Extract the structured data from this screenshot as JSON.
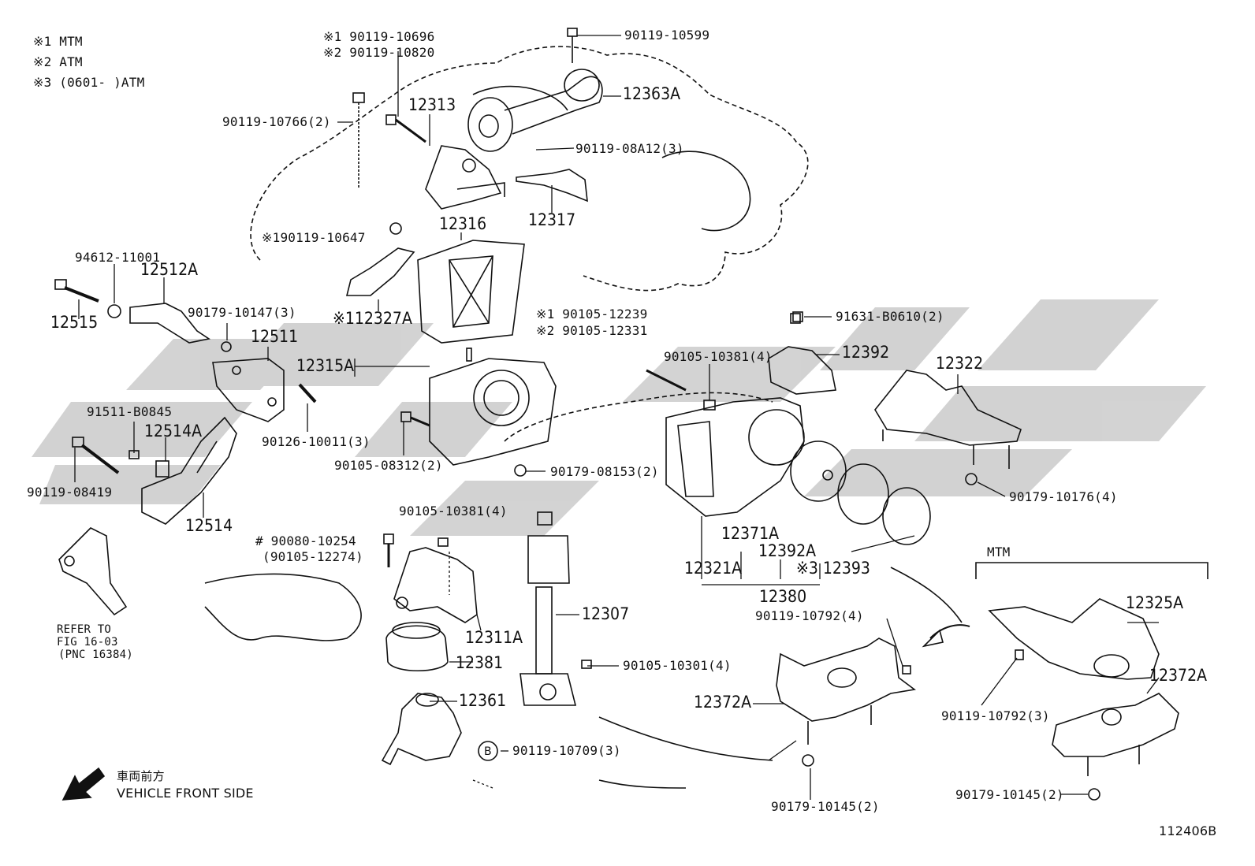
{
  "notes": {
    "n1": "※1  MTM",
    "n2": "※2  ATM",
    "n3": "※3 (0601-      )ATM"
  },
  "labels": {
    "p90119_10696": "※1 90119-10696",
    "p90119_10820": "※2 90119-10820",
    "p90119_10599": "90119-10599",
    "p12363A": "12363A",
    "p90119_10766": "90119-10766(2)",
    "p12313": "12313",
    "p90119_08A12": "90119-08A12(3)",
    "p12317": "12317",
    "p12316": "12316",
    "p90119_10647": "※190119-10647",
    "p94612_11001": "94612-11001",
    "p12512A": "12512A",
    "p12515": "12515",
    "p90179_10147": "90179-10147(3)",
    "p12327A": "※112327A",
    "p12511": "12511",
    "p12315A": "12315A",
    "p90105_12239": "※1  90105-12239",
    "p90105_12331": "※2  90105-12331",
    "p91631_B0610": "91631-B0610(2)",
    "p90105_10381_a": "90105-10381(4)",
    "p12392": "12392",
    "p12322": "12322",
    "p91511_B0845": "91511-B0845",
    "p12514A": "12514A",
    "p90126_10011": "90126-10011(3)",
    "p90105_08312": "90105-08312(2)",
    "p90179_08153": "90179-08153(2)",
    "p90119_08419": "90119-08419",
    "p90179_10176": "90179-10176(4)",
    "p12514": "12514",
    "p90105_10381_b": "90105-10381(4)",
    "p90080_10254": "# 90080-10254",
    "p90105_12274": "(90105-12274)",
    "p12371A": "12371A",
    "p12392A": "12392A",
    "p12321A": "12321A",
    "p12393": "※3 12393",
    "p12380": "12380",
    "mtm": "MTM",
    "p12325A": "12325A",
    "p90119_10792_a": "90119-10792(4)",
    "p12307": "12307",
    "p12311A": "12311A",
    "p12381": "12381",
    "p90105_10301": "90105-10301(4)",
    "p12372A_a": "12372A",
    "p12372A_b": "12372A",
    "p90119_10792_b": "90119-10792(3)",
    "p12361": "12361",
    "b_circle": "B",
    "p90119_10709": "90119-10709(3)",
    "p90179_10145_a": "90179-10145(2)",
    "p90179_10145_b": "90179-10145(2)",
    "refer1": "REFER TO",
    "refer2": "FIG 16-03",
    "refer3": "(PNC 16384)",
    "front_jp": "車両前方",
    "front_en": "VEHICLE FRONT SIDE",
    "fig_id": "112406B"
  },
  "colors": {
    "line": "#111111",
    "watermark": "#c8c8c8",
    "background": "#ffffff"
  }
}
